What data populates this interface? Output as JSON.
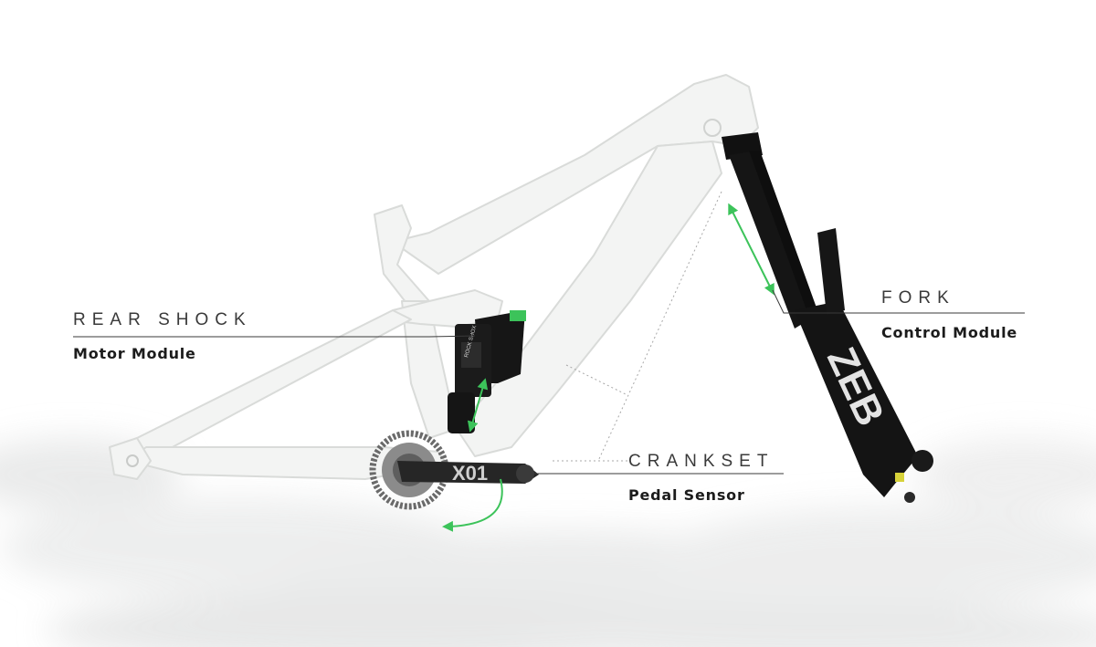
{
  "callouts": {
    "rear_shock": {
      "title": "REAR SHOCK",
      "subtitle": "Motor Module"
    },
    "fork": {
      "title": "FORK",
      "subtitle": "Control Module"
    },
    "crankset": {
      "title": "CRANKSET",
      "subtitle": "Pedal Sensor"
    }
  },
  "component_markings": {
    "crank_brand": "X01",
    "fork_brand": "ZEB",
    "shock_brand": "ROCK SHOX"
  },
  "colors": {
    "frame": "#f3f4f3",
    "frame_edge": "#d9dbd9",
    "component_black": "#141414",
    "travel_indicator": "#3cc35a",
    "label_text": "#3a3a3a",
    "cloud": "#e9eaea"
  }
}
